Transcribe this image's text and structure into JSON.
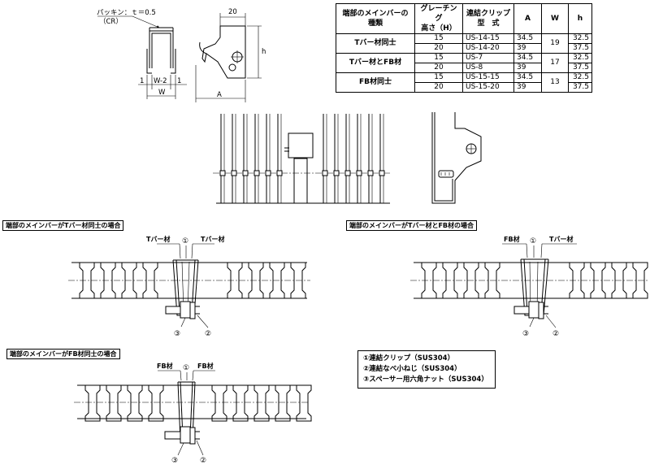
{
  "top_drawing": {
    "packing_label": "パッキン：ｔ＝0.5",
    "packing_material": "（CR）",
    "dim_w2": "W-2",
    "dim_w": "W",
    "dim_one_left": "1",
    "dim_one_right": "1",
    "dim_20": "20",
    "dim_h": "h",
    "dim_a": "A"
  },
  "table": {
    "headers": {
      "type_line1": "端部のメインバーの",
      "type_line2": "種類",
      "height_line1": "グレーチング",
      "height_line2": "高さ（H）",
      "model_line1": "連結クリップ",
      "model_line2": "型　式",
      "a": "A",
      "w": "W",
      "h": "h"
    },
    "groups": [
      {
        "type": "Tバー材同士",
        "w": "19",
        "rows": [
          {
            "height": "15",
            "model": "US-14-15",
            "a": "34.5",
            "h": "32.5"
          },
          {
            "height": "20",
            "model": "US-14-20",
            "a": "39",
            "h": "37.5"
          }
        ]
      },
      {
        "type": "Tバー材とFB材",
        "w": "17",
        "rows": [
          {
            "height": "15",
            "model": "US-7",
            "a": "34.5",
            "h": "32.5"
          },
          {
            "height": "20",
            "model": "US-8",
            "a": "39",
            "h": "37.5"
          }
        ]
      },
      {
        "type": "FB材同士",
        "w": "13",
        "rows": [
          {
            "height": "15",
            "model": "US-15-15",
            "a": "34.5",
            "h": "32.5"
          },
          {
            "height": "20",
            "model": "US-15-20",
            "a": "39",
            "h": "37.5"
          }
        ]
      }
    ]
  },
  "sections": {
    "tbar_tbar": {
      "caption": "端部のメインバーがTバー材同士の場合",
      "left_label": "Tバー材",
      "right_label": "Tバー材",
      "marker_top": "①",
      "marker_bl": "③",
      "marker_br": "②"
    },
    "tbar_fb": {
      "caption": "端部のメインバーがTバー材とFB材の場合",
      "left_label": "FB材",
      "right_label": "Tバー材",
      "marker_top": "①",
      "marker_bl": "③",
      "marker_br": "②"
    },
    "fb_fb": {
      "caption": "端部のメインバーがFB材同士の場合",
      "left_label": "FB材",
      "right_label": "FB材",
      "marker_top": "①",
      "marker_bl": "③",
      "marker_br": "②"
    }
  },
  "legend": {
    "items": [
      "①連結クリップ（SUS304）",
      "②連結なべ小ねじ（SUS304）",
      "③スペーサー用六角ナット（SUS304）"
    ]
  },
  "colors": {
    "line": "#000000",
    "background": "#ffffff"
  }
}
